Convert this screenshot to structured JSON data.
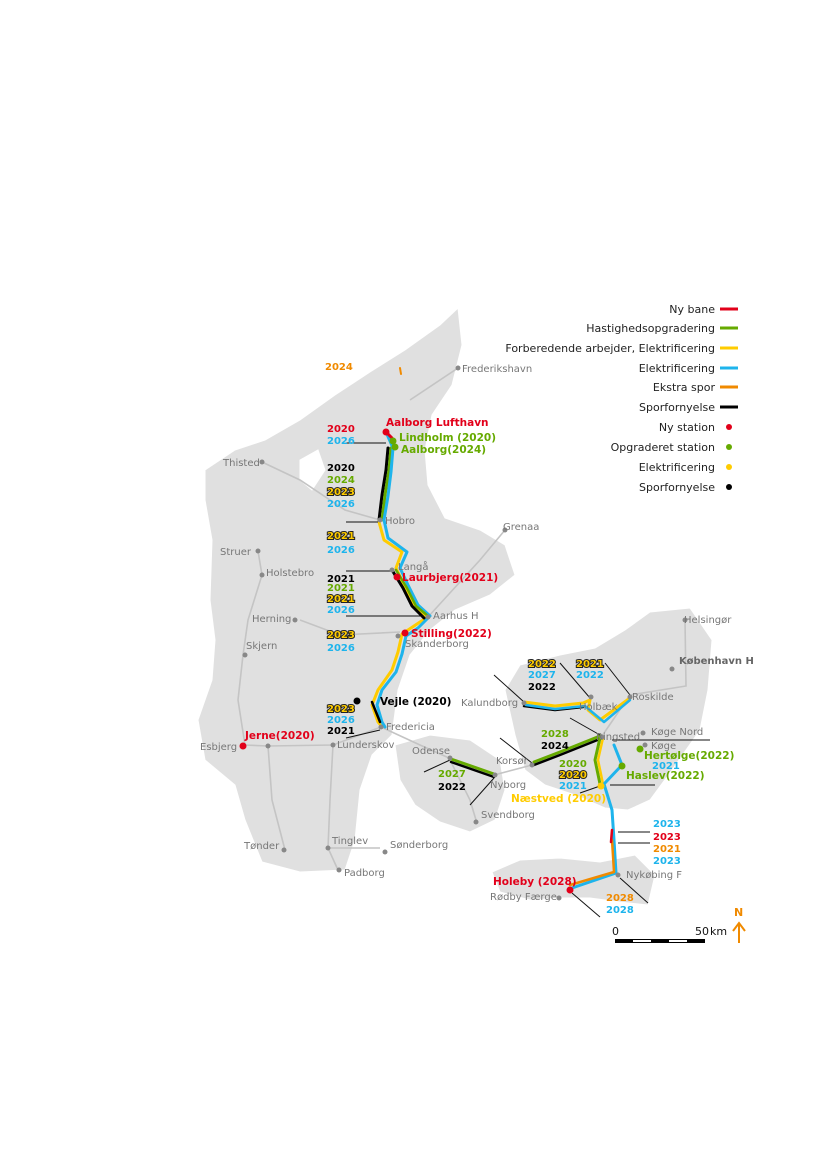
{
  "legend": {
    "items": [
      {
        "label": "Ny bane",
        "color": "#e2001a",
        "kind": "line"
      },
      {
        "label": "Hastighedsopgradering",
        "color": "#66aa00",
        "kind": "line"
      },
      {
        "label": "Forberedende arbejder, Elektrificering",
        "color": "#ffcc00",
        "kind": "line"
      },
      {
        "label": "Elektrificering",
        "color": "#1eb4ec",
        "kind": "line"
      },
      {
        "label": "Ekstra spor",
        "color": "#f08a00",
        "kind": "line"
      },
      {
        "label": "Sporfornyelse",
        "color": "#000000",
        "kind": "line"
      },
      {
        "label": "Ny station",
        "color": "#e2001a",
        "kind": "dot"
      },
      {
        "label": "Opgraderet station",
        "color": "#66aa00",
        "kind": "dot"
      },
      {
        "label": "Elektrificering",
        "color": "#ffcc00",
        "kind": "dot"
      },
      {
        "label": "Sporfornyelse",
        "color": "#000000",
        "kind": "dot"
      }
    ]
  },
  "cities": {
    "frederikshavn": "Frederikshavn",
    "thisted": "Thisted",
    "hobro": "Hobro",
    "struer": "Struer",
    "grenaa": "Grenaa",
    "holstebro": "Holstebro",
    "langaa": "Langå",
    "herning": "Herning",
    "aarhus": "Aarhus H",
    "skjern": "Skjern",
    "skanderborg": "Skanderborg",
    "helsingor": "Helsingør",
    "kobenhavn": "København H",
    "roskilde": "Roskilde",
    "kalundborg": "Kalundborg",
    "holbaek": "Holbæk",
    "ringsted": "Ringsted",
    "koge_nord": "Køge Nord",
    "koge": "Køge",
    "esbjerg": "Esbjerg",
    "lunderskov": "Lunderskov",
    "fredericia": "Fredericia",
    "odense": "Odense",
    "korsor": "Korsør",
    "nyborg": "Nyborg",
    "svendborg": "Svendborg",
    "tonder": "Tønder",
    "tinglev": "Tinglev",
    "sonderborg": "Sønderborg",
    "padborg": "Padborg",
    "nykobing": "Nykøbing F",
    "rodby": "Rødby Færge"
  },
  "stations": {
    "aalborg_lufthavn": "Aalborg Lufthavn",
    "lindholm": "Lindholm (2020)",
    "aalborg": "Aalborg(2024)",
    "laurbjerg": "Laurbjerg(2021)",
    "stilling": "Stilling(2022)",
    "vejle": "Vejle (2020)",
    "jerne": "Jerne(2020)",
    "hertolge": "Hertølge(2022)",
    "haslev": "Haslev(2022)",
    "naestved": "Næstved (2020)",
    "holeby": "Holeby (2028)"
  },
  "years": {
    "frh": "2024",
    "aal1": "2020",
    "aal2": "2026",
    "hob1": "2020",
    "hob2": "2024",
    "hob3": "2023",
    "hob4": "2026",
    "lan1": "2021",
    "lan2": "2026",
    "aar1": "2021",
    "aar2": "2021",
    "aar3": "2021",
    "aar4": "2026",
    "ska1": "2023",
    "ska2": "2026",
    "fre1": "2023",
    "fre2": "2026",
    "fre3": "2021",
    "ode1": "2027",
    "ode2": "2022",
    "kal1": "2022",
    "kal2": "2027",
    "kal3": "2022",
    "hol1": "2021",
    "hol2": "2022",
    "kor1": "2028",
    "kor2": "2024",
    "rin1": "2020",
    "rin2": "2020",
    "rin3": "2021",
    "koge1": "2021",
    "lol1": "2023",
    "lol2": "2023",
    "lol3": "2021",
    "lol4": "2023",
    "nyk1": "2028",
    "nyk2": "2028"
  },
  "scale": {
    "zero": "0",
    "end": "50",
    "unit": "km"
  },
  "north": "N"
}
